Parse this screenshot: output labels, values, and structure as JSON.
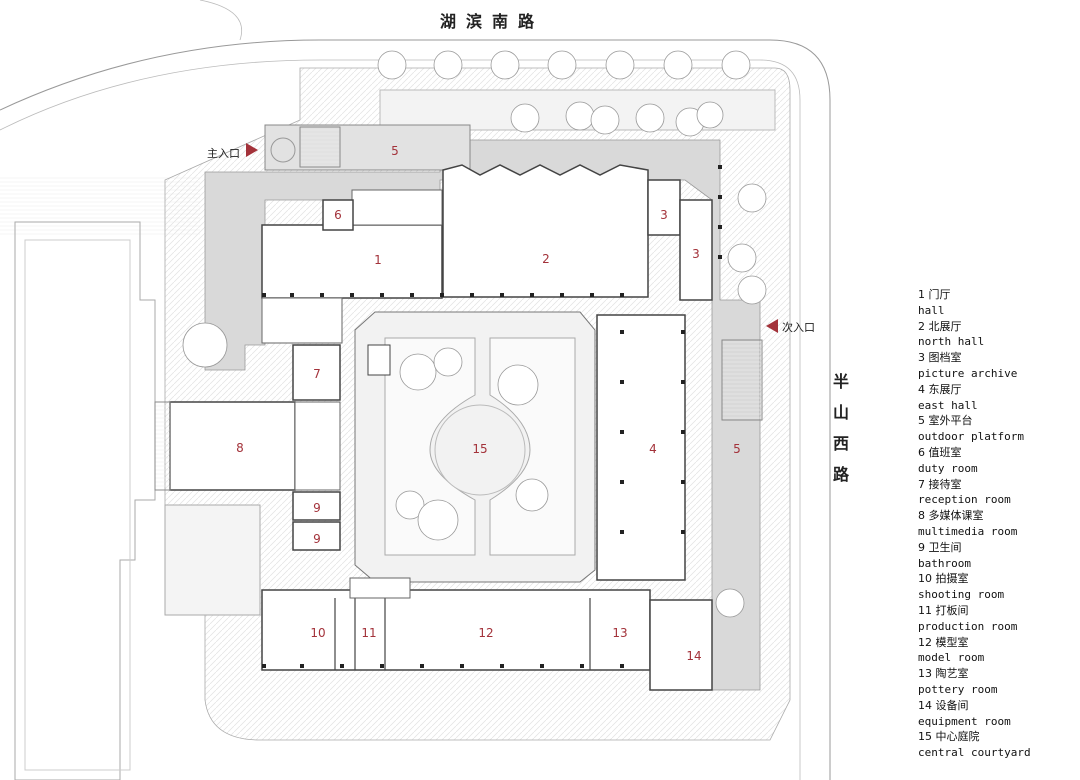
{
  "roads": {
    "north": "湖滨南路",
    "east": "半山西路"
  },
  "entrances": {
    "main": "主入口",
    "secondary": "次入口"
  },
  "accent_color": "#a3323a",
  "plan_labels": {
    "r1": "1",
    "r2": "2",
    "r3a": "3",
    "r3b": "3",
    "r4": "4",
    "r5a": "5",
    "r5b": "5",
    "r6": "6",
    "r7": "7",
    "r8": "8",
    "r9a": "9",
    "r9b": "9",
    "r10": "10",
    "r11": "11",
    "r12": "12",
    "r13": "13",
    "r14": "14",
    "r15": "15"
  },
  "legend": [
    {
      "zh": "1 门厅",
      "en": "hall"
    },
    {
      "zh": "2 北展厅",
      "en": "north hall"
    },
    {
      "zh": "3 图档室",
      "en": "picture archive"
    },
    {
      "zh": "4 东展厅",
      "en": "east hall"
    },
    {
      "zh": "5 室外平台",
      "en": "outdoor platform"
    },
    {
      "zh": "6 值班室",
      "en": "duty room"
    },
    {
      "zh": "7 接待室",
      "en": "reception room"
    },
    {
      "zh": "8 多媒体课室",
      "en": "multimedia room"
    },
    {
      "zh": "9 卫生间",
      "en": "bathroom"
    },
    {
      "zh": "10 拍摄室",
      "en": "shooting room"
    },
    {
      "zh": "11 打板间",
      "en": "production room"
    },
    {
      "zh": "12 模型室",
      "en": "model room"
    },
    {
      "zh": "13 陶艺室",
      "en": "pottery room"
    },
    {
      "zh": "14 设备间",
      "en": "equipment room"
    },
    {
      "zh": "15 中心庭院",
      "en": "central courtyard"
    }
  ]
}
